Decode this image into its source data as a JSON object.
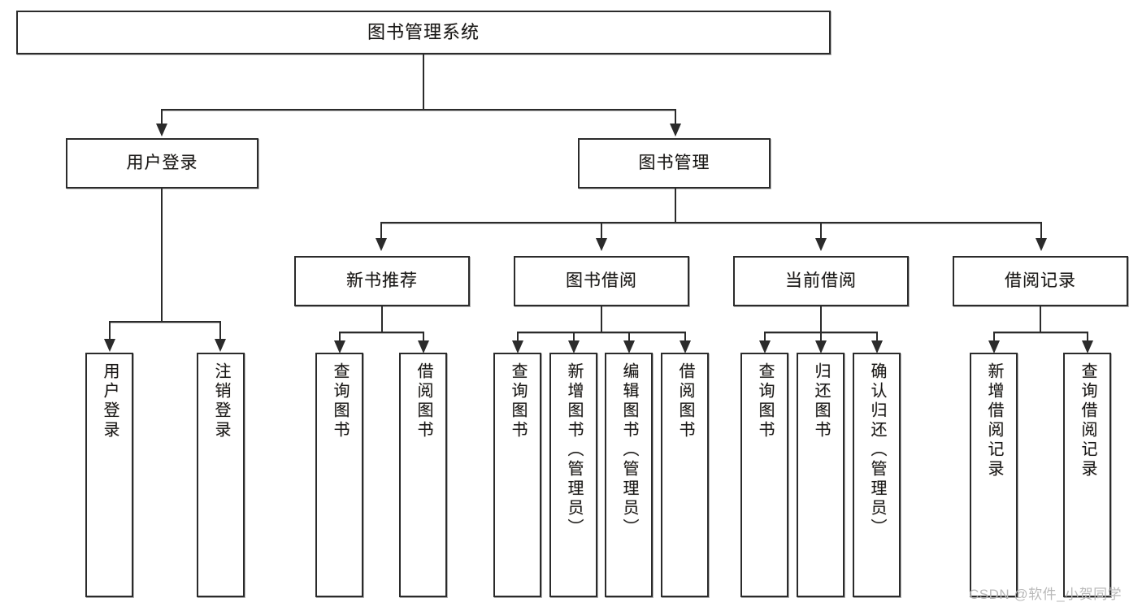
{
  "diagram": {
    "title": "图书管理系统",
    "type": "tree",
    "root": {
      "label": "图书管理系统"
    },
    "level2": [
      {
        "label": "用户登录"
      },
      {
        "label": "图书管理"
      }
    ],
    "level3": [
      {
        "label": "新书推荐"
      },
      {
        "label": "图书借阅"
      },
      {
        "label": "当前借阅"
      },
      {
        "label": "借阅记录"
      }
    ],
    "leaves": {
      "user_login": [
        {
          "label": "用户登录"
        },
        {
          "label": "注销登录"
        }
      ],
      "new_book": [
        {
          "label": "查询图书"
        },
        {
          "label": "借阅图书"
        }
      ],
      "book_borrow": [
        {
          "label": "查询图书"
        },
        {
          "label": "新增图书（管理员）"
        },
        {
          "label": "编辑图书（管理员）"
        },
        {
          "label": "借阅图书"
        }
      ],
      "current_borrow": [
        {
          "label": "查询图书"
        },
        {
          "label": "归还图书"
        },
        {
          "label": "确认归还（管理员）"
        }
      ],
      "borrow_record": [
        {
          "label": "新增借阅记录"
        },
        {
          "label": "查询借阅记录"
        }
      ]
    }
  },
  "watermark": {
    "text": "CSDN @软件_小贺同学"
  },
  "colors": {
    "border": "#2b2b2b",
    "background": "#ffffff",
    "text": "#171717",
    "watermark": "#b9b9b9"
  }
}
